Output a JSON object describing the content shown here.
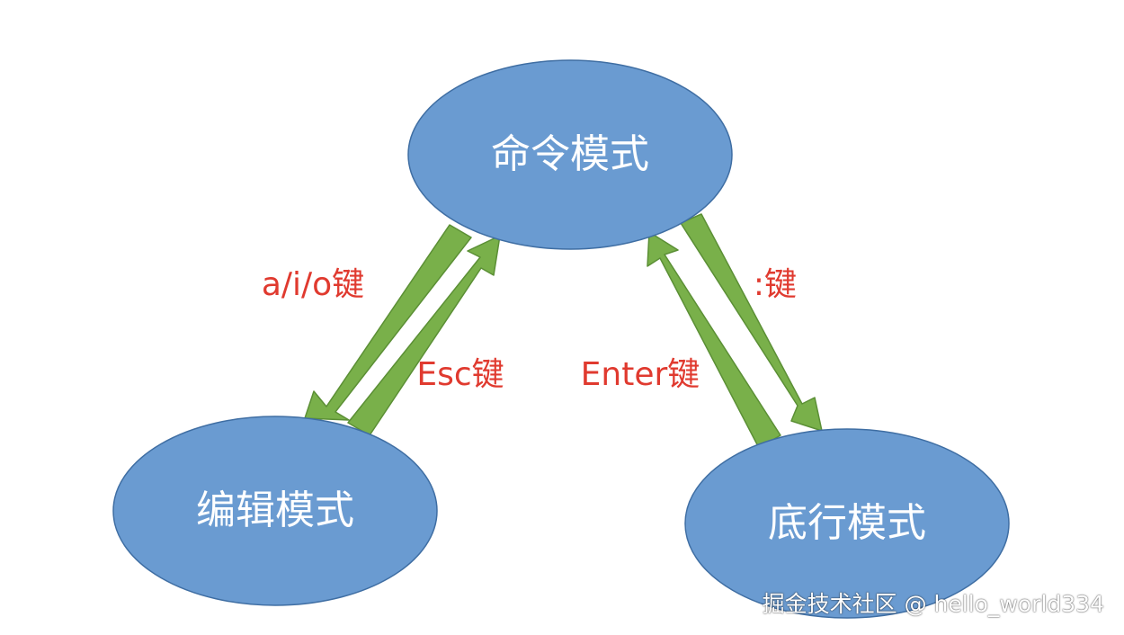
{
  "nodes": {
    "command": {
      "label": "命令模式"
    },
    "edit": {
      "label": "编辑模式"
    },
    "lastline": {
      "label": "底行模式"
    }
  },
  "edges": {
    "to_edit": {
      "label": "a/i/o键"
    },
    "to_command_from_edit": {
      "label": "Esc键"
    },
    "to_command_from_lastline": {
      "label": "Enter键"
    },
    "to_lastline": {
      "label": ":键"
    }
  },
  "watermark": "掘金技术社区 @ hello_world334",
  "colors": {
    "node_fill": "#6a9bd1",
    "node_stroke": "#3f6ea3",
    "arrow_fill": "#79b04a",
    "arrow_stroke": "#5b8f35",
    "label_red": "#e03a2f"
  }
}
